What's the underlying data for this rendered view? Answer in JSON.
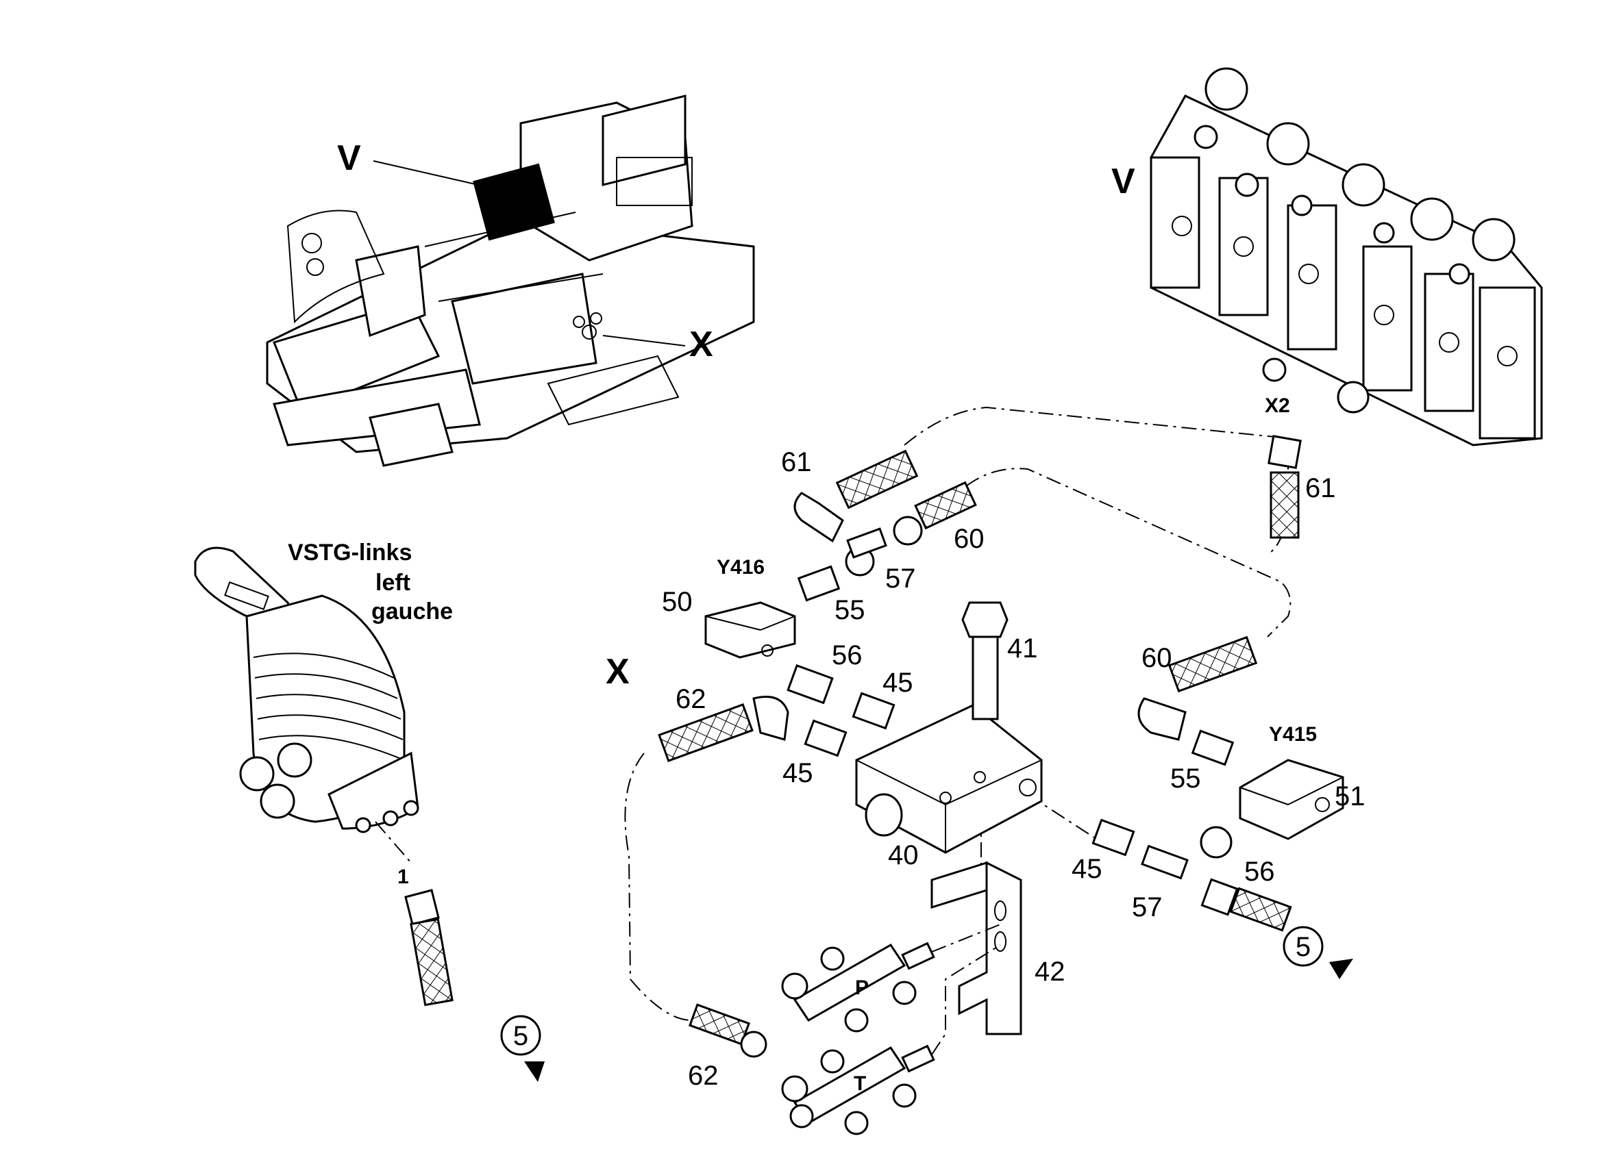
{
  "views": {
    "frame_callout_v": "V",
    "frame_callout_x": "X",
    "valve_title": "V",
    "detail_title": "X"
  },
  "joystick": {
    "title_line1": "VSTG-links",
    "title_line2": "left",
    "title_line3": "gauche",
    "port_label": "1",
    "circle_ref": "5"
  },
  "valve": {
    "port_label": "X2"
  },
  "detail": {
    "Y416": "Y416",
    "Y415": "Y415",
    "P": "P",
    "T": "T",
    "circle_ref": "5"
  },
  "part_numbers": {
    "p61a": "61",
    "p61b": "61",
    "p60a": "60",
    "p60b": "60",
    "p57a": "57",
    "p57b": "57",
    "p55a": "55",
    "p55b": "55",
    "p56a": "56",
    "p56b": "56",
    "p50": "50",
    "p51": "51",
    "p45a": "45",
    "p45b": "45",
    "p45c": "45",
    "p41": "41",
    "p40": "40",
    "p42": "42",
    "p62a": "62",
    "p62b": "62"
  }
}
